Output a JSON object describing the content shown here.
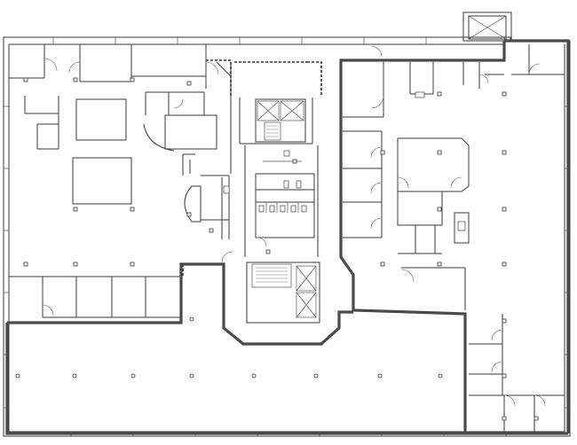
{
  "plan": {
    "colors": {
      "wall": "#3a3a3a",
      "tenant_boundary": "#4a4a4a",
      "background": "#ffffff"
    },
    "elements": [
      "exterior-wall",
      "tenant-boundary-lower",
      "tenant-boundary-right",
      "stair-north",
      "stair-south",
      "elevator-bank",
      "restrooms",
      "rooftop-hatch",
      "structural-columns"
    ]
  }
}
